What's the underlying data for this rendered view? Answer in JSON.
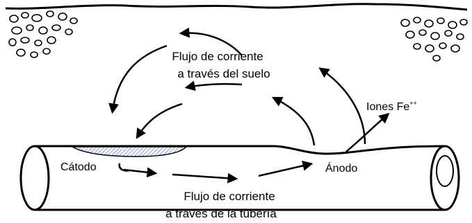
{
  "diagram": {
    "labels": {
      "soil_flow_line1": "Flujo de corriente",
      "soil_flow_line2": "a través del suelo",
      "ions": "Iones Fe",
      "ions_charge": "++",
      "cathode": "Cátodo",
      "anode": "Ánodo",
      "pipe_flow_line1": "Flujo de corriente",
      "pipe_flow_line2": "a través de la tubería"
    },
    "colors": {
      "line": "#000000",
      "cathode_hatch": "#3b5bd6",
      "background": "#ffffff"
    }
  }
}
